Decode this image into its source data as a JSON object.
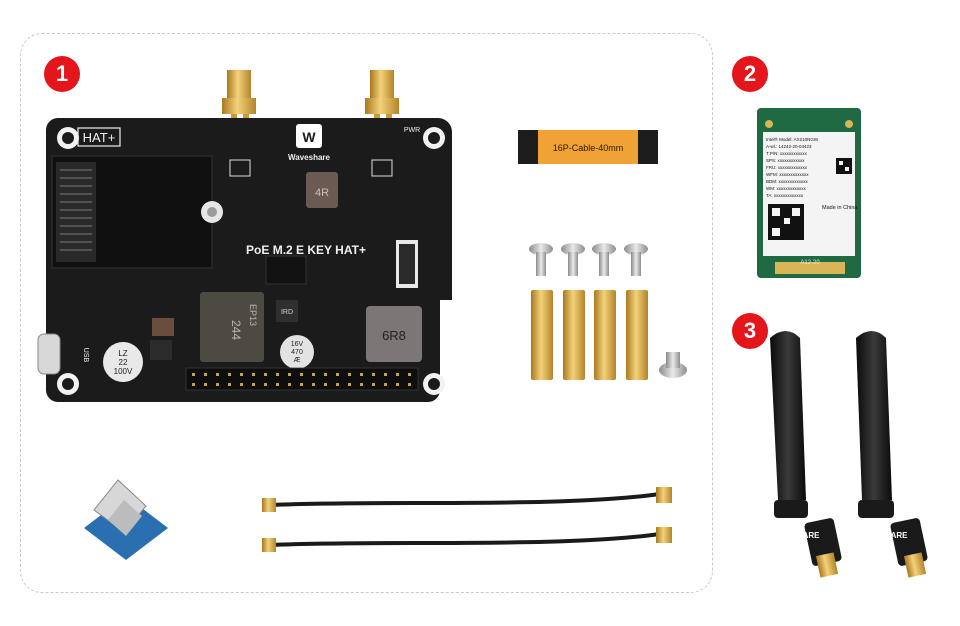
{
  "badges": [
    "1",
    "2",
    "3"
  ],
  "board": {
    "hat_label": "HAT+",
    "brand": "Waveshare",
    "title": "PoE M.2 E KEY HAT+",
    "pwr_label": "PWR",
    "usb_label": "USB",
    "inductor_left": "4R",
    "inductor_right": "6R8",
    "inductor_big": "244",
    "ep_label": "EP13",
    "ird_label": "IRD",
    "cap_left_lines": [
      "LZ",
      "22",
      "100V"
    ],
    "cap_right_lines": [
      "16V",
      "470",
      "Æ"
    ]
  },
  "cable": {
    "label": "16P-Cable-40mm"
  },
  "wifi_card": {
    "model": "Intel® Model: AX210NGW",
    "lines": [
      "A-wl.: 14242-20-04423",
      "T P/N: xxxxxxxxxxxx",
      "SPS: xxxxxxxxxxxx",
      "FRU: xxxxxxxxxxxxx",
      "WFM: xxxxxxxxxxxxx",
      "BDM: xxxxxxxxxxxxx",
      "WM: xxxxxxxxxxxxx",
      "TA: xxxxxxxxxxxxx"
    ],
    "made_in": "Made in China",
    "key": "A12-20"
  },
  "antennas": {
    "left_brand": "WAVESHARE",
    "right_brand": "WAVESHARE"
  },
  "colors": {
    "badge": "#e4151b",
    "pcb": "#1b1b1b",
    "gold": "#d4a93a",
    "card": "#1f6a43",
    "cable": "#f0a234"
  }
}
